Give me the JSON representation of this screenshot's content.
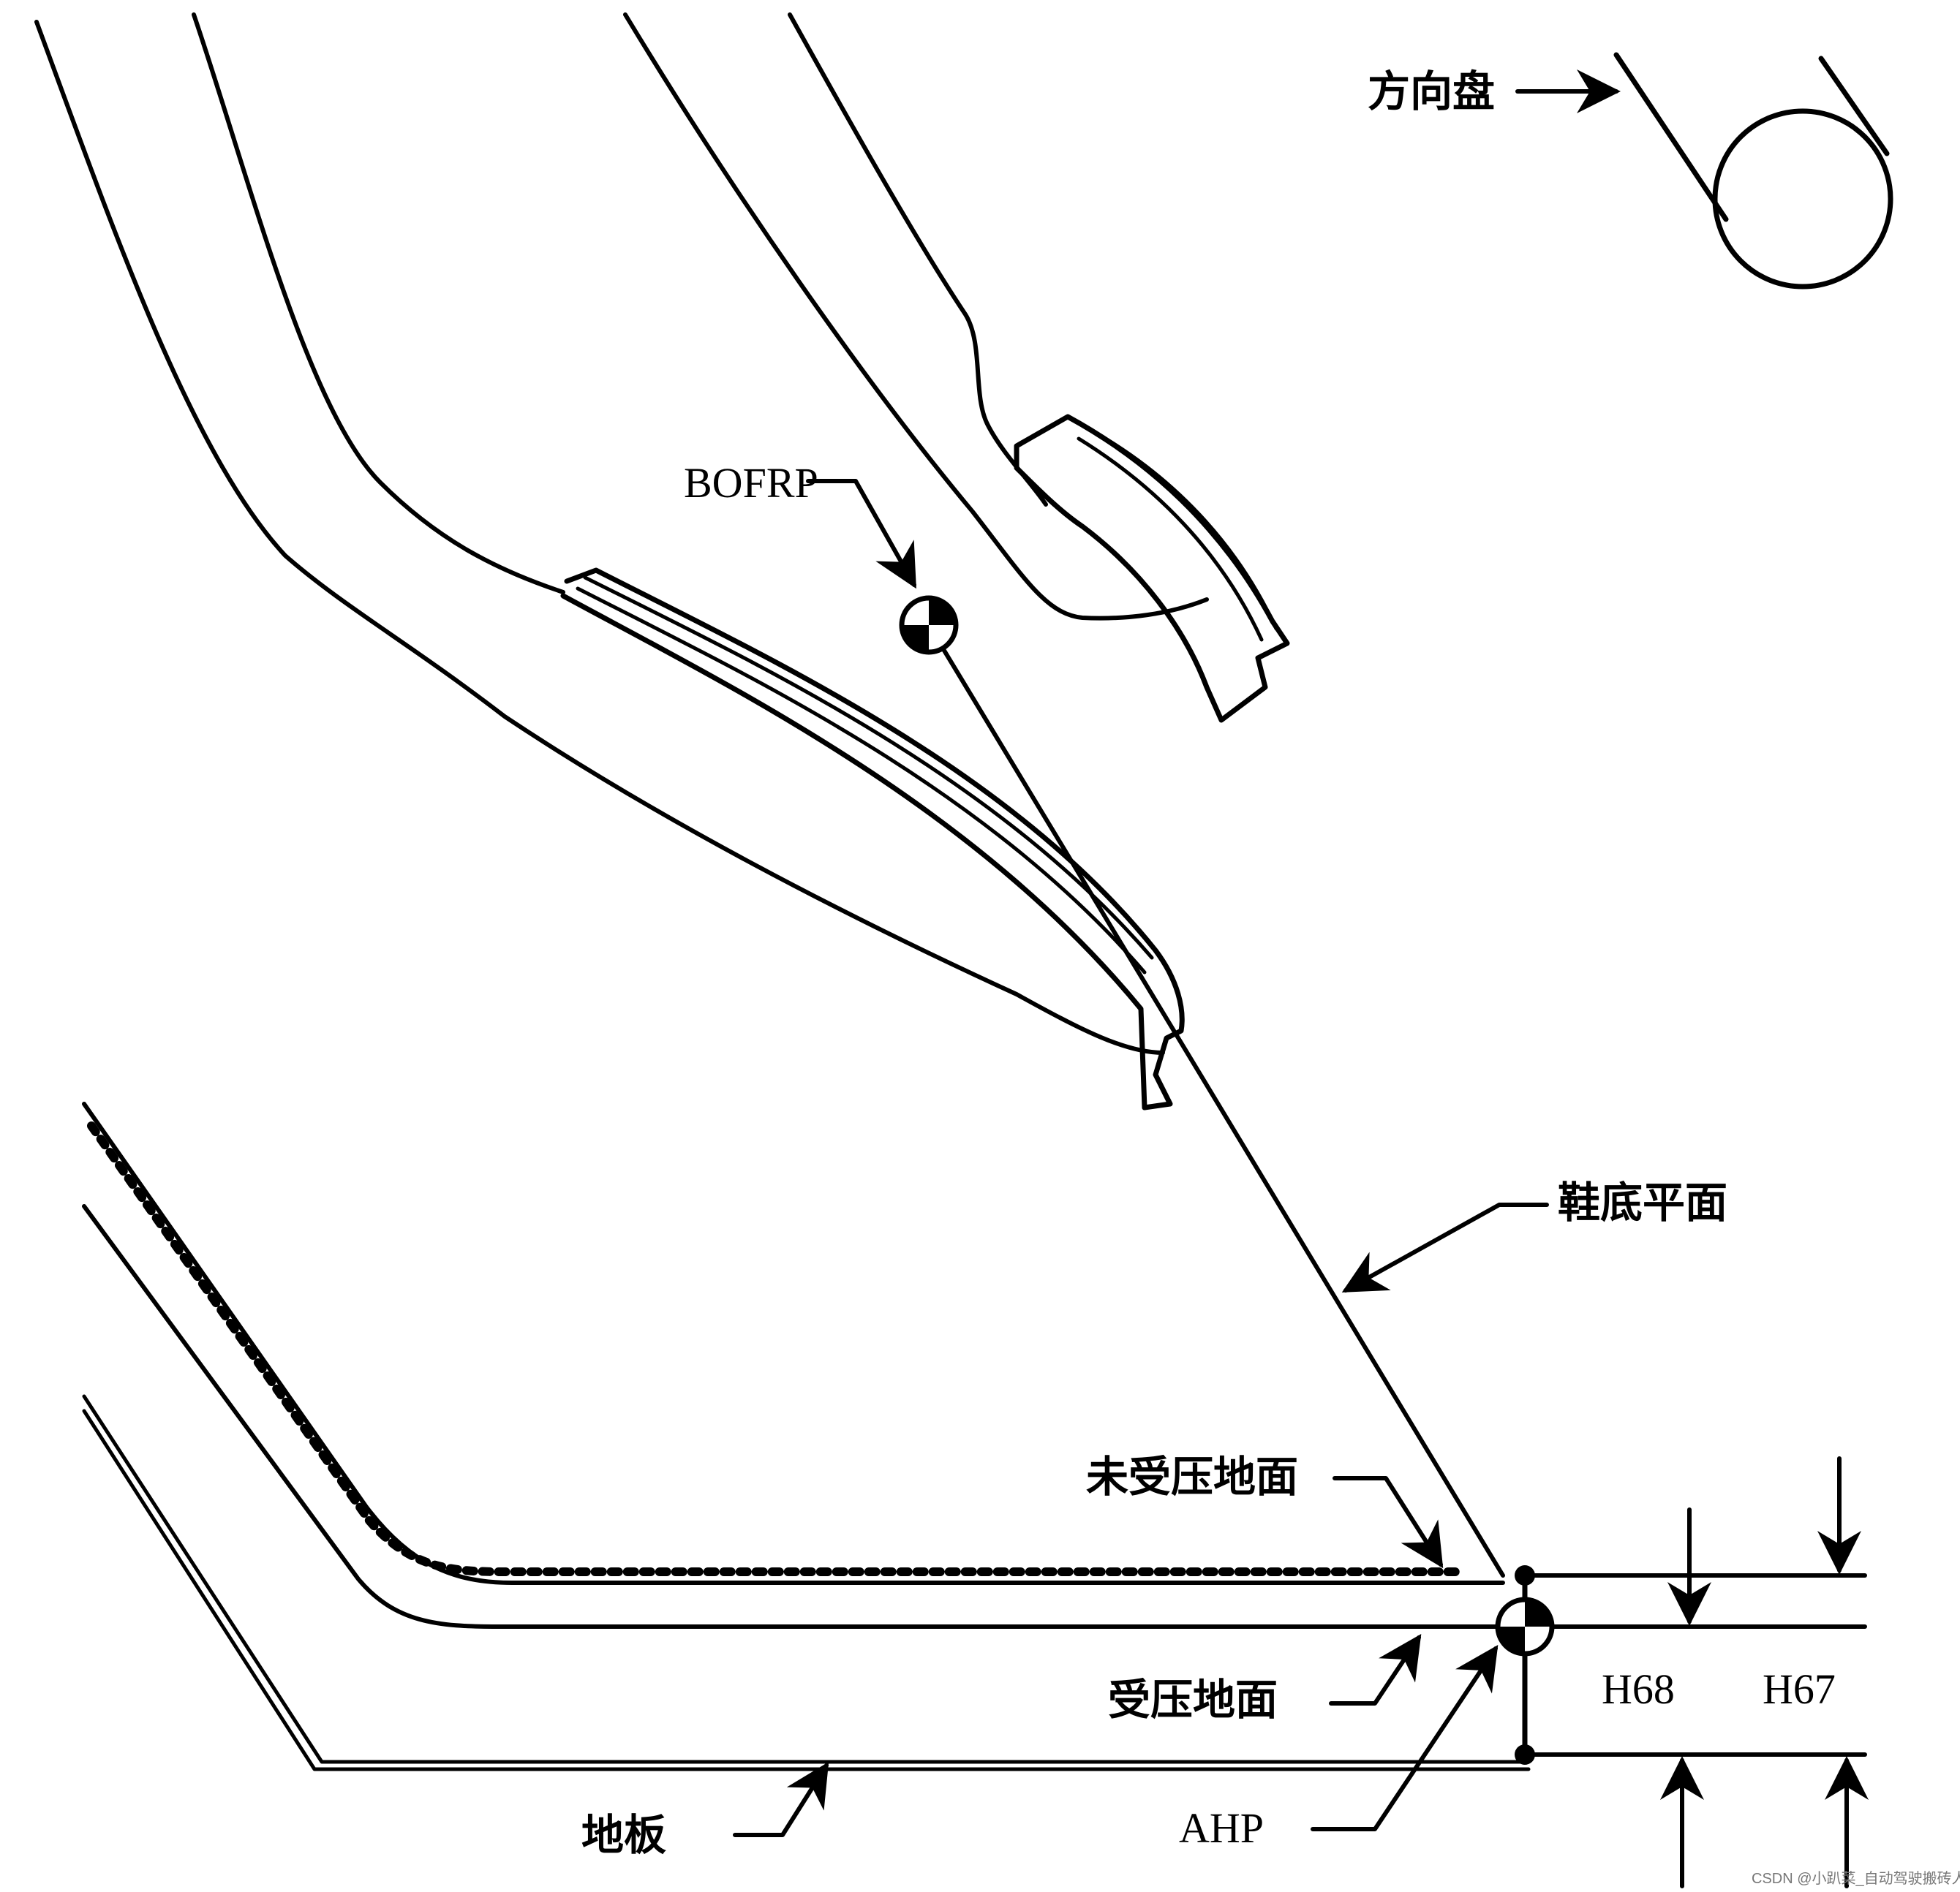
{
  "labels": {
    "steering_wheel": "方向盘",
    "bofrp": "BOFRP",
    "shoe_plane": "鞋底平面",
    "undepressed_floor": "未受压地面",
    "depressed_floor": "受压地面",
    "floor": "地板",
    "ahp": "AHP",
    "h68": "H68",
    "h67": "H67"
  },
  "watermark": "CSDN @小趴菜_自动驾驶搬砖人"
}
